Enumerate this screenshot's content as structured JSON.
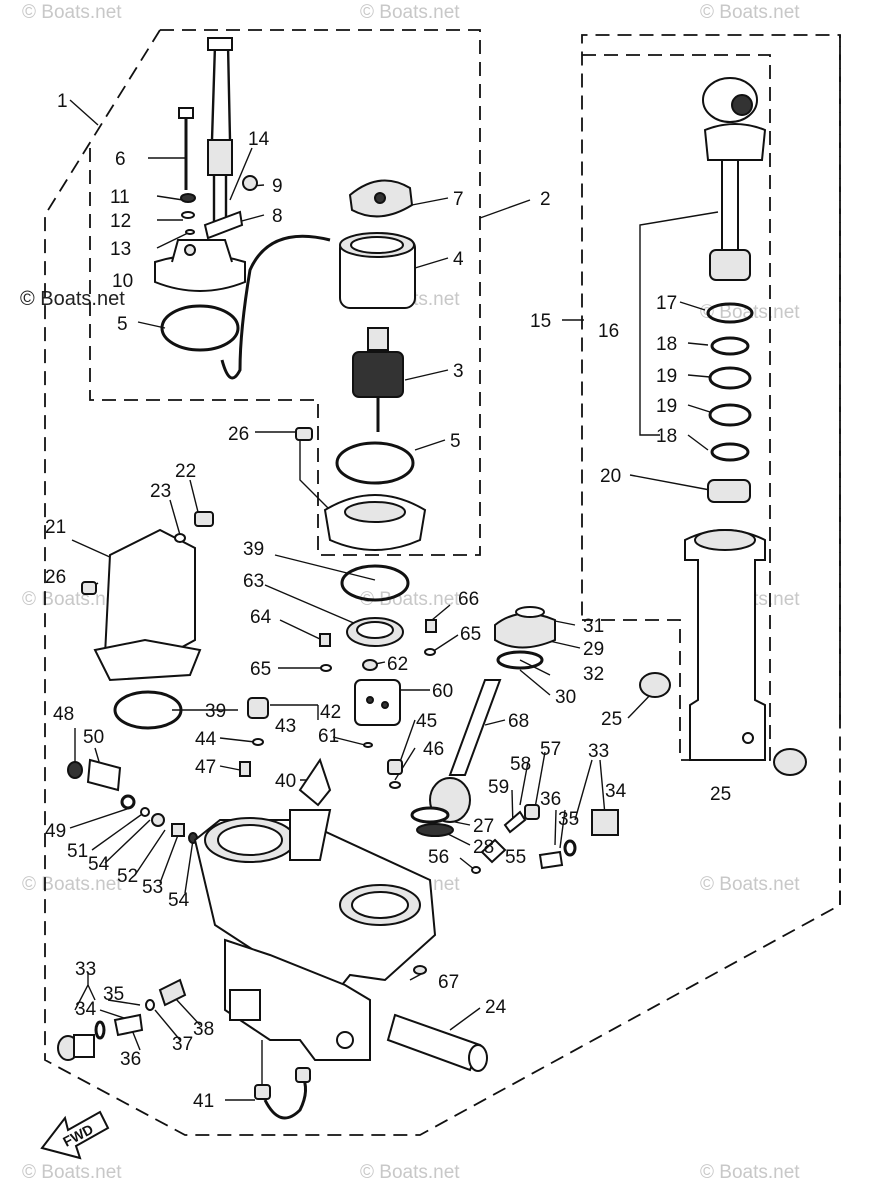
{
  "watermark": "© Boats.net",
  "direction_label": "FWD",
  "callouts": {
    "c1": "1",
    "c2": "2",
    "c3": "3",
    "c4": "4",
    "c5a": "5",
    "c5b": "5",
    "c6": "6",
    "c7": "7",
    "c8": "8",
    "c9": "9",
    "c10": "10",
    "c11": "11",
    "c12": "12",
    "c13": "13",
    "c14": "14",
    "c15": "15",
    "c16": "16",
    "c17": "17",
    "c18a": "18",
    "c18b": "18",
    "c19a": "19",
    "c19b": "19",
    "c20": "20",
    "c21": "21",
    "c22": "22",
    "c23": "23",
    "c24": "24",
    "c25a": "25",
    "c25b": "25",
    "c26a": "26",
    "c26b": "26",
    "c27": "27",
    "c28": "28",
    "c29": "29",
    "c30": "30",
    "c31": "31",
    "c32": "32",
    "c33a": "33",
    "c33b": "33",
    "c34a": "34",
    "c34b": "34",
    "c35a": "35",
    "c35b": "35",
    "c36a": "36",
    "c36b": "36",
    "c37": "37",
    "c38": "38",
    "c39a": "39",
    "c39b": "39",
    "c40": "40",
    "c41": "41",
    "c42": "42",
    "c43": "43",
    "c44": "44",
    "c45": "45",
    "c46": "46",
    "c47": "47",
    "c48": "48",
    "c49": "49",
    "c50": "50",
    "c51": "51",
    "c52": "52",
    "c53": "53",
    "c54a": "54",
    "c54b": "54",
    "c55": "55",
    "c56": "56",
    "c57": "57",
    "c58": "58",
    "c59": "59",
    "c60": "60",
    "c61": "61",
    "c62": "62",
    "c63": "63",
    "c64": "64",
    "c65a": "65",
    "c65b": "65",
    "c66": "66",
    "c67": "67",
    "c68": "68"
  }
}
